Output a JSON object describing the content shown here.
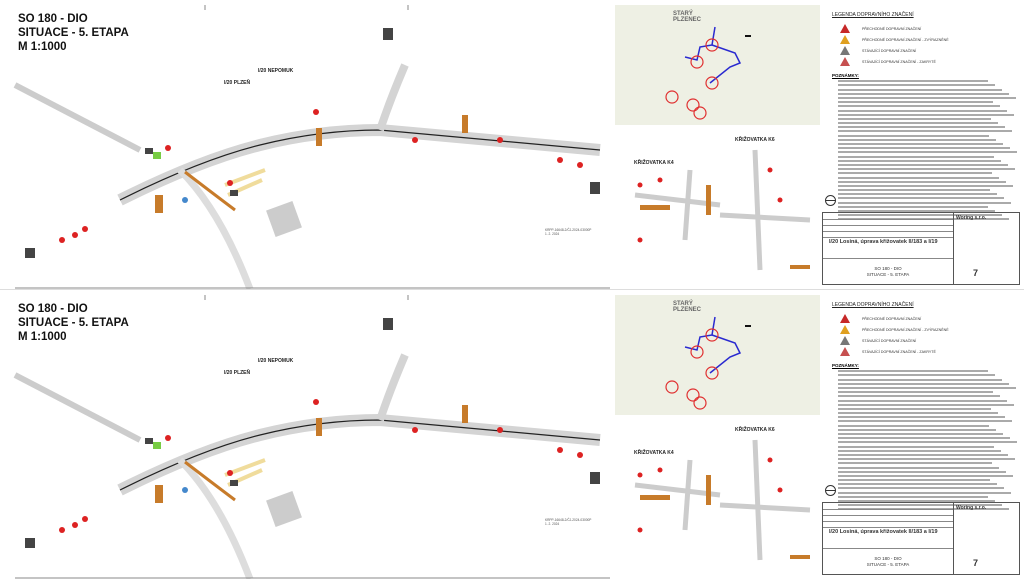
{
  "drawing": {
    "title_lines": [
      "SO 180 - DIO",
      "SITUACE - 5. ETAPA",
      "M 1:1000"
    ],
    "direction_plzen": "I/20 PLZEŇ",
    "direction_nepomuk": "I/20 NEPOMUK",
    "stamp_id": "KRPP-16648-2/ČJ-2024-03000P",
    "stamp_date": "1. 2. 2024"
  },
  "map": {
    "town": "STARÝ PLZENEC",
    "route_color": "#2a2ad0",
    "marker_color": "#e03030"
  },
  "legend": {
    "title": "LEGENDA DOPRAVNÍHO ZNAČENÍ",
    "items": [
      {
        "label": "PŘECHODNÉ DOPRAVNÍ ZNAČENÍ",
        "color": "#c62828"
      },
      {
        "label": "PŘECHODNÉ DOPRAVNÍ ZNAČENÍ - ZVÝRAZNĚNÉ",
        "color": "#e0a020"
      },
      {
        "label": "STÁVAJÍCÍ DOPRAVNÍ ZNAČENÍ",
        "color": "#777777"
      },
      {
        "label": "STÁVAJÍCÍ DOPRAVNÍ ZNAČENÍ - ZAKRYTÉ",
        "color": "#c65050"
      }
    ],
    "notes_title": "POZNÁMKY:"
  },
  "junctions": {
    "k4": "KŘIŽOVATKA K4",
    "k6": "KŘIŽOVATKA K6"
  },
  "title_block": {
    "firm": "Woring s.r.o.",
    "project": "I/20 Losiná, úprava křižovatek II/183 a I/19",
    "so": "SO 180 - DIO",
    "sheet": "SITUACE - 5. ETAPA",
    "number": "7"
  }
}
